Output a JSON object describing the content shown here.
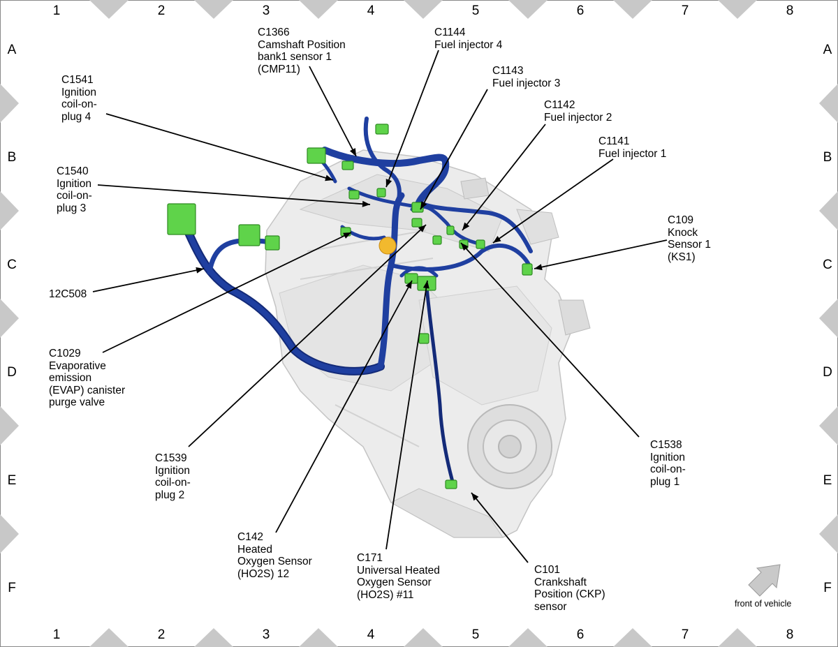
{
  "grid": {
    "columns": [
      "1",
      "2",
      "3",
      "4",
      "5",
      "6",
      "7",
      "8"
    ],
    "rows": [
      "A",
      "B",
      "C",
      "D",
      "E",
      "F"
    ]
  },
  "colors": {
    "harness": "#1f3fa0",
    "harness_dark": "#132a78",
    "connector": "#5fd34a",
    "engine": "#e9e9e9",
    "marker": "#c8c8c8",
    "arrow": "#c9c9c9",
    "valve": "#f2b92e"
  },
  "callouts": [
    {
      "id": "c1366",
      "lines": [
        "C1366",
        "Camshaft Position",
        "bank1 sensor 1",
        "(CMP11)"
      ]
    },
    {
      "id": "c1144",
      "lines": [
        "C1144",
        "Fuel injector 4"
      ]
    },
    {
      "id": "c1143",
      "lines": [
        "C1143",
        "Fuel injector 3"
      ]
    },
    {
      "id": "c1142",
      "lines": [
        "C1142",
        "Fuel injector 2"
      ]
    },
    {
      "id": "c1141",
      "lines": [
        "C1141",
        "Fuel injector 1"
      ]
    },
    {
      "id": "c1541",
      "lines": [
        "C1541",
        "Ignition",
        "coil-on-",
        "plug 4"
      ]
    },
    {
      "id": "c1540",
      "lines": [
        "C1540",
        "Ignition",
        "coil-on-",
        "plug 3"
      ]
    },
    {
      "id": "c109",
      "lines": [
        "C109",
        "Knock",
        "Sensor 1",
        "(KS1)"
      ]
    },
    {
      "id": "c12c508",
      "lines": [
        "12C508"
      ]
    },
    {
      "id": "c1029",
      "lines": [
        "C1029",
        "Evaporative",
        "emission",
        "(EVAP) canister",
        "purge valve"
      ]
    },
    {
      "id": "c1539",
      "lines": [
        "C1539",
        "Ignition",
        "coil-on-",
        "plug 2"
      ]
    },
    {
      "id": "c1538",
      "lines": [
        "C1538",
        "Ignition",
        "coil-on-",
        "plug 1"
      ]
    },
    {
      "id": "c142",
      "lines": [
        "C142",
        "Heated",
        "Oxygen Sensor",
        "(HO2S) 12"
      ]
    },
    {
      "id": "c171",
      "lines": [
        "C171",
        "Universal Heated",
        "Oxygen Sensor",
        "(HO2S) #11"
      ]
    },
    {
      "id": "c101",
      "lines": [
        "C101",
        "Crankshaft",
        "Position (CKP)",
        "sensor"
      ]
    }
  ],
  "front_of_vehicle": "front of vehicle"
}
